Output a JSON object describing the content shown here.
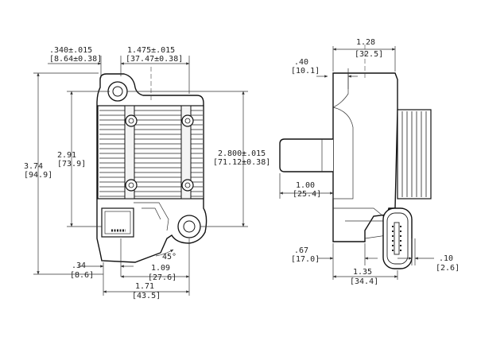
{
  "dimensions": {
    "d_340": {
      "primary": ".340±.015",
      "metric": "[8.64±0.38]"
    },
    "d_1475": {
      "primary": "1.475±.015",
      "metric": "[37.47±0.38]"
    },
    "d_374": {
      "primary": "3.74",
      "metric": "[94.9]"
    },
    "d_291": {
      "primary": "2.91",
      "metric": "[73.9]"
    },
    "d_2800": {
      "primary": "2.800±.015",
      "metric": "[71.12±0.38]"
    },
    "d_34": {
      "primary": ".34",
      "metric": "[8.6]"
    },
    "d_109": {
      "primary": "1.09",
      "metric": "[27.6]"
    },
    "d_171": {
      "primary": "1.71",
      "metric": "[43.5]"
    },
    "angle": "45°",
    "d_128": {
      "primary": "1.28",
      "metric": "[32.5]"
    },
    "d_40": {
      "primary": ".40",
      "metric": "[10.1]"
    },
    "d_100": {
      "primary": "1.00",
      "metric": "[25.4]"
    },
    "d_67": {
      "primary": ".67",
      "metric": "[17.0]"
    },
    "d_135": {
      "primary": "1.35",
      "metric": "[34.4]"
    },
    "d_10": {
      "primary": ".10",
      "metric": "[2.6]"
    }
  }
}
